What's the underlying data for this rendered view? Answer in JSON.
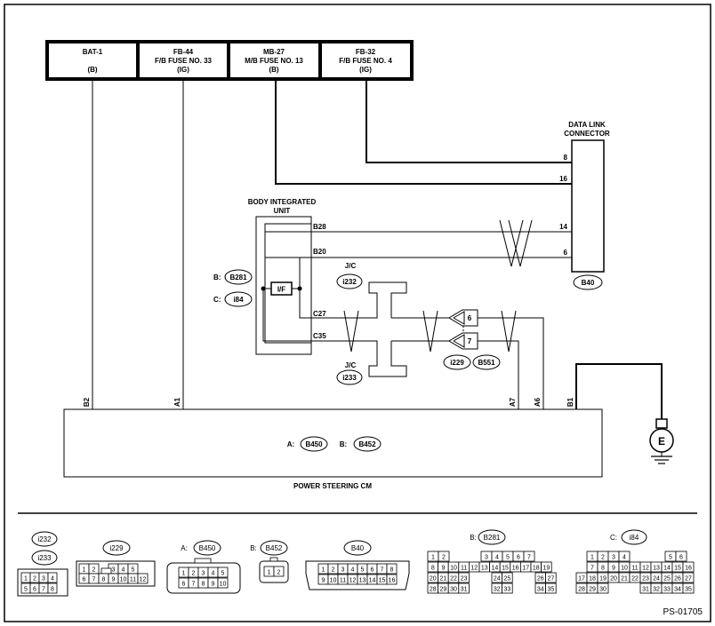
{
  "fuses": [
    {
      "name": "BAT-1",
      "sub": "",
      "code": "(B)"
    },
    {
      "name": "FB-44",
      "sub": "F/B FUSE NO. 33",
      "code": "(IG)"
    },
    {
      "name": "MB-27",
      "sub": "M/B FUSE NO. 13",
      "code": "(B)"
    },
    {
      "name": "FB-32",
      "sub": "F/B FUSE NO. 4",
      "code": "(IG)"
    }
  ],
  "dlc": {
    "title1": "DATA LINK",
    "title2": "CONNECTOR",
    "pin8": "8",
    "pin16": "16",
    "pin14": "14",
    "pin6": "6",
    "connector": "B40"
  },
  "biu": {
    "title1": "BODY INTEGRATED",
    "title2": "UNIT",
    "b28": "B28",
    "b20": "B20",
    "c27": "C27",
    "c35": "C35",
    "if_label": "I/F",
    "conn_b_prefix": "B:",
    "conn_b": "B281",
    "conn_c_prefix": "C:",
    "conn_c": "i84"
  },
  "jc": {
    "label": "J/C",
    "top": "i232",
    "bottom": "i233"
  },
  "splice": {
    "pin6": "6",
    "pin7": "7",
    "conn1": "i229",
    "conn2": "B551"
  },
  "pscm": {
    "title": "POWER STEERING CM",
    "pin_b2": "B2",
    "pin_a1": "A1",
    "pin_a7": "A7",
    "pin_a6": "A6",
    "pin_b1": "B1",
    "a_prefix": "A:",
    "a_conn": "B450",
    "b_prefix": "B:",
    "b_conn": "B452"
  },
  "ground": {
    "symbol": "E"
  },
  "legend": {
    "i232": {
      "labels": [
        "i232",
        "i233"
      ],
      "row1": [
        "1",
        "2",
        "3",
        "4"
      ],
      "row2": [
        "5",
        "6",
        "7",
        "8"
      ]
    },
    "i229": {
      "label": "i229",
      "row1": [
        "1",
        "2",
        "",
        "3",
        "4",
        "5"
      ],
      "row2": [
        "6",
        "7",
        "8",
        "9",
        "10",
        "11",
        "12"
      ]
    },
    "b450": {
      "prefix": "A:",
      "label": "B450",
      "row1": [
        "1",
        "2",
        "3",
        "4",
        "5"
      ],
      "row2": [
        "6",
        "7",
        "8",
        "9",
        "10"
      ]
    },
    "b452": {
      "prefix": "B:",
      "label": "B452",
      "row1": [
        "1",
        "2"
      ]
    },
    "b40": {
      "label": "B40",
      "row1": [
        "1",
        "2",
        "3",
        "4",
        "5",
        "6",
        "7",
        "8"
      ],
      "row2": [
        "9",
        "10",
        "11",
        "12",
        "13",
        "14",
        "15",
        "16"
      ]
    },
    "b281": {
      "prefix": "B:",
      "label": "B281",
      "row1": [
        "1",
        "2",
        "",
        "",
        "3",
        "4",
        "5",
        "6",
        "7"
      ],
      "row2": [
        "8",
        "9",
        "10",
        "11",
        "12",
        "13",
        "14",
        "15",
        "16",
        "17",
        "18",
        "19"
      ],
      "row3": [
        "20",
        "21",
        "22",
        "23",
        "",
        "24",
        "25",
        "",
        "26",
        "27"
      ],
      "row4": [
        "28",
        "29",
        "30",
        "31",
        "",
        "32",
        "33",
        "",
        "34",
        "35"
      ]
    },
    "i84": {
      "prefix": "C:",
      "label": "i84",
      "row1": [
        "1",
        "2",
        "3",
        "4",
        "5",
        "6"
      ],
      "row2": [
        "7",
        "8",
        "9",
        "10",
        "11",
        "12",
        "13",
        "14",
        "15",
        "16"
      ],
      "row3": [
        "17",
        "18",
        "19",
        "20",
        "21",
        "22",
        "23",
        "24",
        "25",
        "26",
        "27"
      ],
      "row4": [
        "28",
        "29",
        "30",
        "31",
        "32",
        "33",
        "34",
        "35"
      ]
    }
  },
  "figure_id": "PS-01705"
}
